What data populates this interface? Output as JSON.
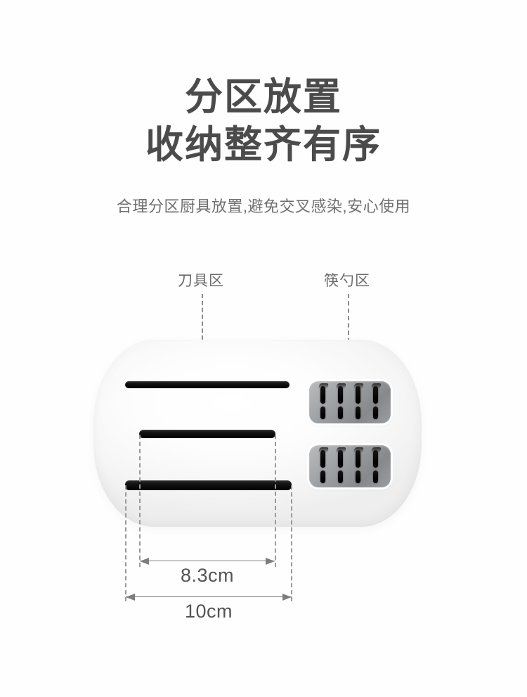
{
  "background_color": "#fefefe",
  "headline": {
    "line1": "分区放置",
    "line2": "收纳整齐有序",
    "color": "#4b4b4b"
  },
  "subtitle": {
    "text": "合理分区厨具放置,避免交叉感染,安心使用",
    "color": "#6f6f6f"
  },
  "callouts": [
    {
      "label": "刀具区",
      "color": "#6a6a6a"
    },
    {
      "label": "筷勺区",
      "color": "#6a6a6a"
    }
  ],
  "product": {
    "body_color": "#fdfdfd",
    "knife_slot_color": "#000000",
    "cutlery_panel_color": "#9a9d9f",
    "cutlery_slot_color": "#050505",
    "knife_slot_count": 3,
    "cutlery_panel_count": 2,
    "cutlery_slots_per_panel": 8
  },
  "dimensions": {
    "inner": "8.3cm",
    "outer": "10cm",
    "guide_color": "#9a9a9a",
    "arrow_color": "#7d7d7d",
    "text_color": "#545454"
  }
}
